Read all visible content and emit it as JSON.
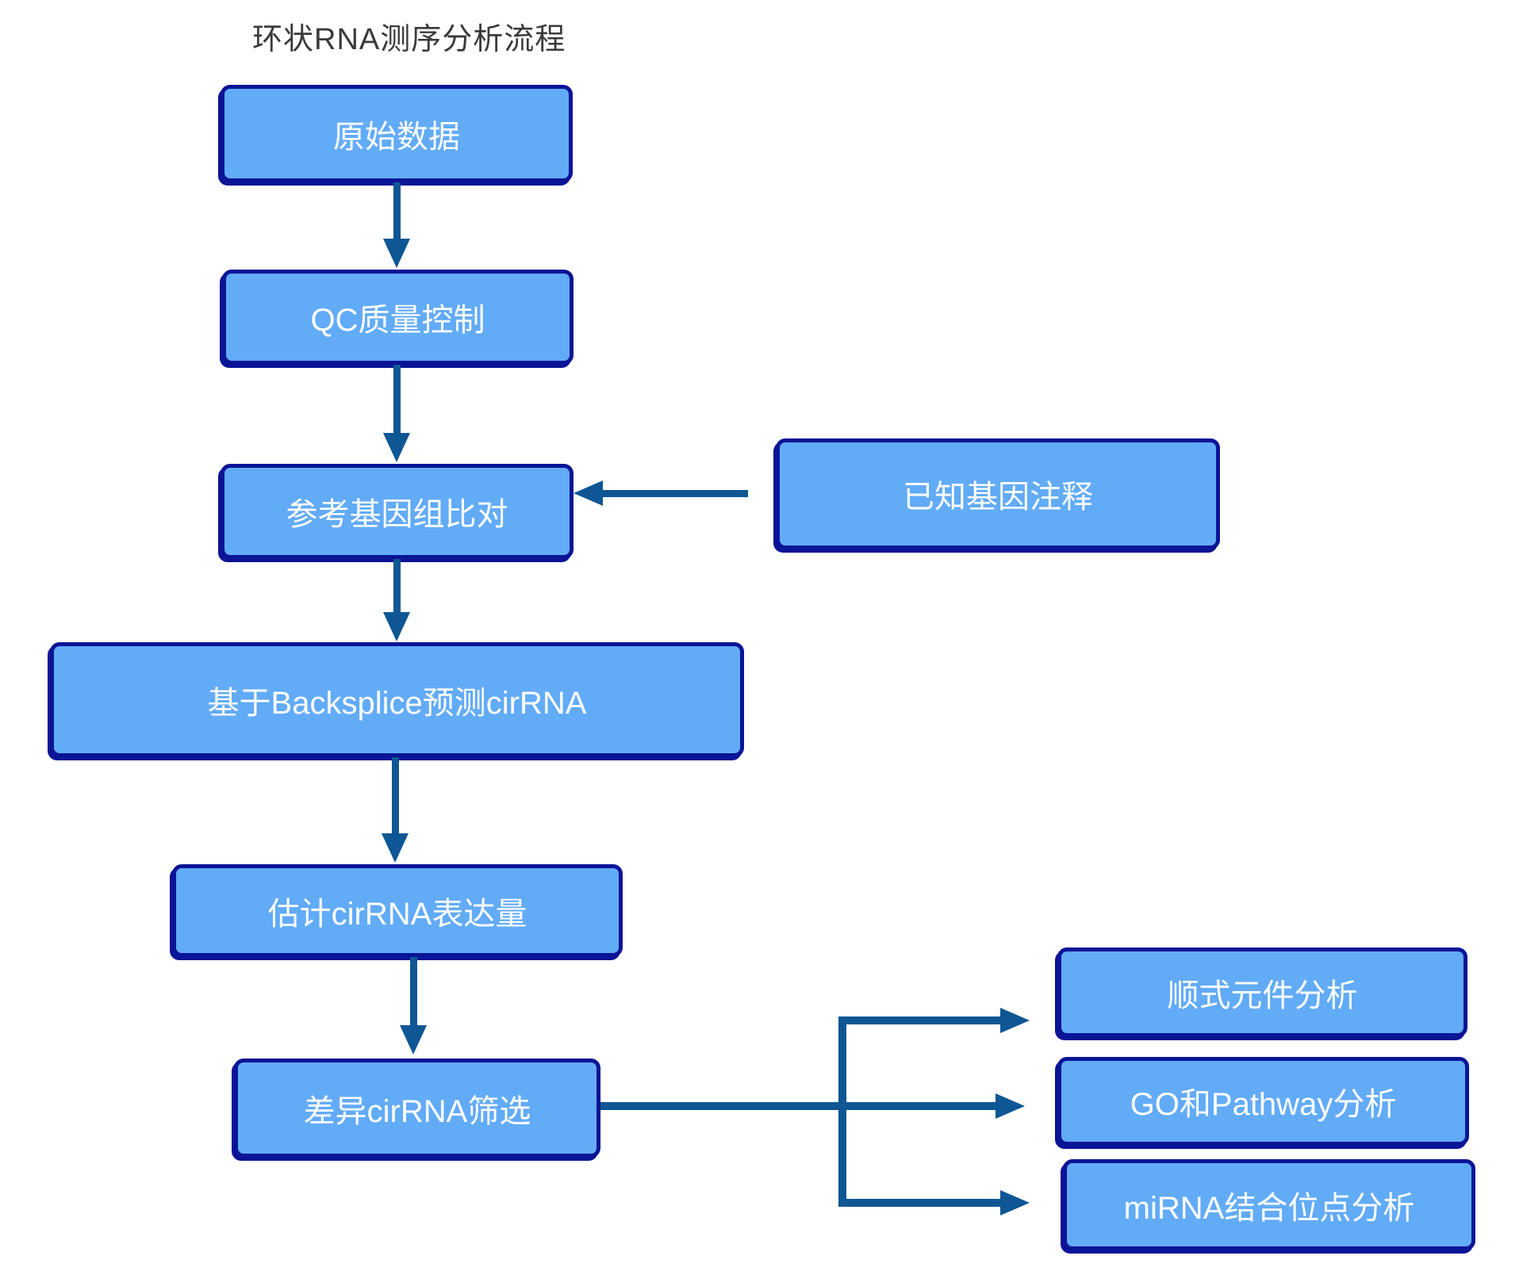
{
  "title": "环状RNA测序分析流程",
  "colors": {
    "node_fill": "#62abf7",
    "node_border": "#0a1496",
    "arrow": "#0e5794",
    "node_text": "#ffffff",
    "title_text": "#3a3a3a"
  },
  "nodes": {
    "raw_data": {
      "label": "原始数据"
    },
    "qc": {
      "label": "QC质量控制"
    },
    "align": {
      "label": "参考基因组比对"
    },
    "annotation": {
      "label": "已知基因注释"
    },
    "backsplice": {
      "label": "基于Backsplice预测cirRNA"
    },
    "expression": {
      "label": "估计cirRNA表达量"
    },
    "diff": {
      "label": "差异cirRNA筛选"
    },
    "cis": {
      "label": "顺式元件分析"
    },
    "go_pathway": {
      "label": "GO和Pathway分析"
    },
    "mirna": {
      "label": "miRNA结合位点分析"
    }
  },
  "edges": [
    {
      "from": "原始数据",
      "to": "QC质量控制"
    },
    {
      "from": "QC质量控制",
      "to": "参考基因组比对"
    },
    {
      "from": "已知基因注释",
      "to": "参考基因组比对"
    },
    {
      "from": "参考基因组比对",
      "to": "基于Backsplice预测cirRNA"
    },
    {
      "from": "基于Backsplice预测cirRNA",
      "to": "估计cirRNA表达量"
    },
    {
      "from": "估计cirRNA表达量",
      "to": "差异cirRNA筛选"
    },
    {
      "from": "差异cirRNA筛选",
      "to": "顺式元件分析"
    },
    {
      "from": "差异cirRNA筛选",
      "to": "GO和Pathway分析"
    },
    {
      "from": "差异cirRNA筛选",
      "to": "miRNA结合位点分析"
    }
  ]
}
